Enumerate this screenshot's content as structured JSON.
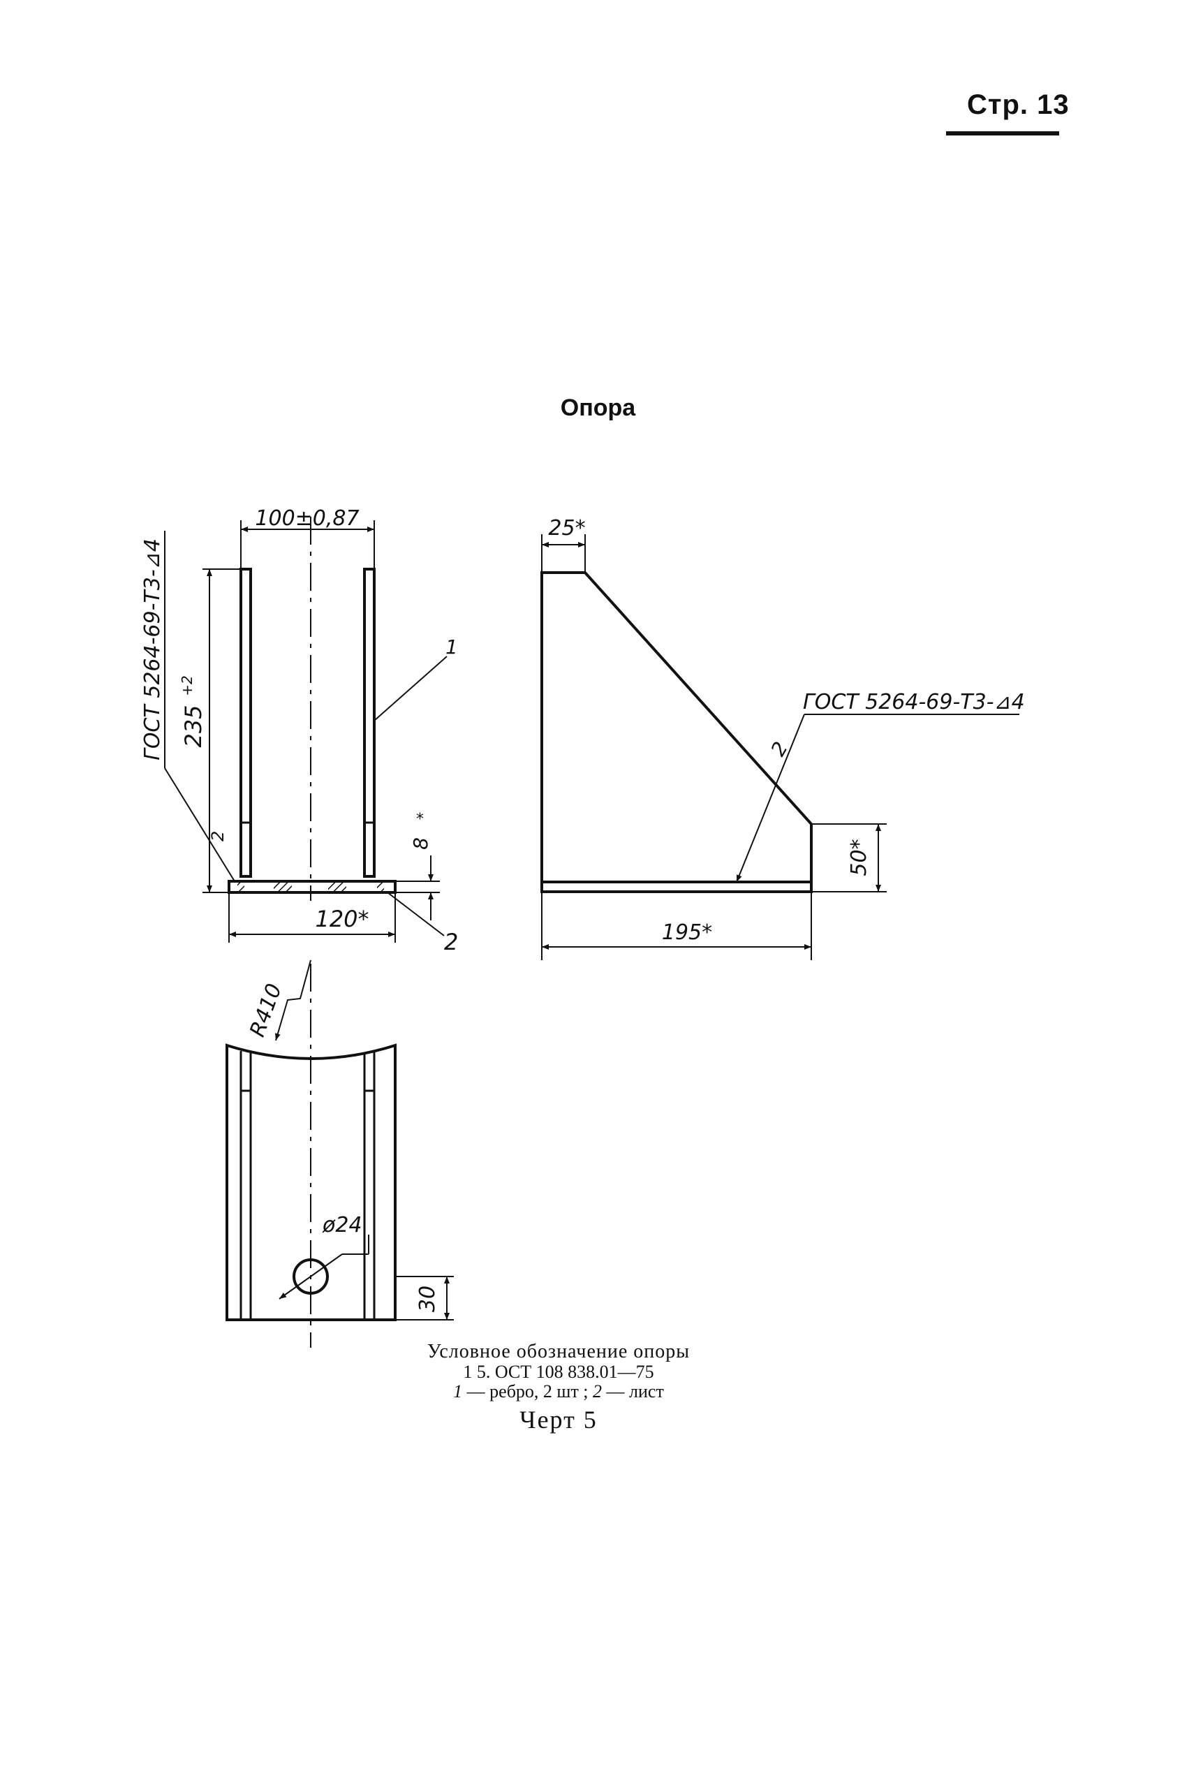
{
  "header": {
    "page_number": "Стр. 13"
  },
  "title": "Опора",
  "drawing": {
    "front_view": {
      "width_dim": "100±0,87",
      "height_dim": "235",
      "height_tol": "+2",
      "plate_dim": "120*",
      "thickness_dim": "8",
      "thickness_star": "*",
      "weld_note": "ГОСТ 5264-69-Т3-⊿4",
      "callout_1": "1",
      "callout_2": "2"
    },
    "side_view": {
      "top_dim": "25*",
      "height_dim": "50*",
      "length_dim": "195*",
      "weld_note": "ГОСТ 5264-69-Т3-⊿4",
      "callout_2": "2"
    },
    "plan_view": {
      "radius_dim": "R410",
      "hole_dim": "ø24",
      "edge_dim": "30"
    }
  },
  "caption": {
    "line1": "Условное обозначение опоры",
    "line2": "1 5. ОСТ 108 838.01—75",
    "line3_num1": "1",
    "line3_text1": " — ребро, 2 шт ; ",
    "line3_num2": "2",
    "line3_text2": " — лист",
    "figure": "Черт 5"
  }
}
